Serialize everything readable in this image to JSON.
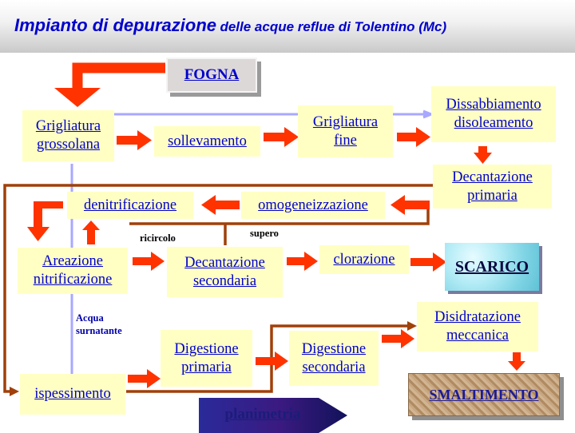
{
  "header": {
    "title_main": "Impianto di depurazione",
    "title_sub": "delle acque reflue di Tolentino (Mc)"
  },
  "nodes": {
    "fogna": "FOGNA",
    "grigliatura_grossolana": [
      "Grigliatura",
      "grossolana"
    ],
    "sollevamento": "sollevamento",
    "grigliatura_fine": [
      "Grigliatura",
      "fine"
    ],
    "dissabbiamento": [
      "Dissabbiamento",
      "disoleamento"
    ],
    "decantazione_primaria": [
      "Decantazione",
      "primaria"
    ],
    "omogeneizzazione": "omogeneizzazione",
    "denitrificazione": "denitrificazione",
    "areazione": [
      "Areazione",
      "nitrificazione"
    ],
    "decantazione_secondaria": [
      "Decantazione",
      "secondaria"
    ],
    "clorazione": "clorazione",
    "scarico": "SCARICO",
    "disidratazione": [
      "Disidratazione",
      "meccanica"
    ],
    "digestione_primaria": [
      "Digestione",
      "primaria"
    ],
    "digestione_secondaria": [
      "Digestione",
      "secondaria"
    ],
    "ispessimento": "ispessimento",
    "smaltimento": "SMALTIMENTO"
  },
  "annotations": {
    "ricircolo": "ricircolo",
    "supero": "supero",
    "acqua_surnatante": [
      "Acqua",
      "surnatante"
    ]
  },
  "nav": {
    "planimetria": "planimetria"
  },
  "colors": {
    "title": "#0000cc",
    "box_fill": "#ffffc4",
    "box_text": "#0000cc",
    "arrow": "#ff3300",
    "sludge_line": "#a0400a",
    "water_line": "#a8a8ff"
  }
}
